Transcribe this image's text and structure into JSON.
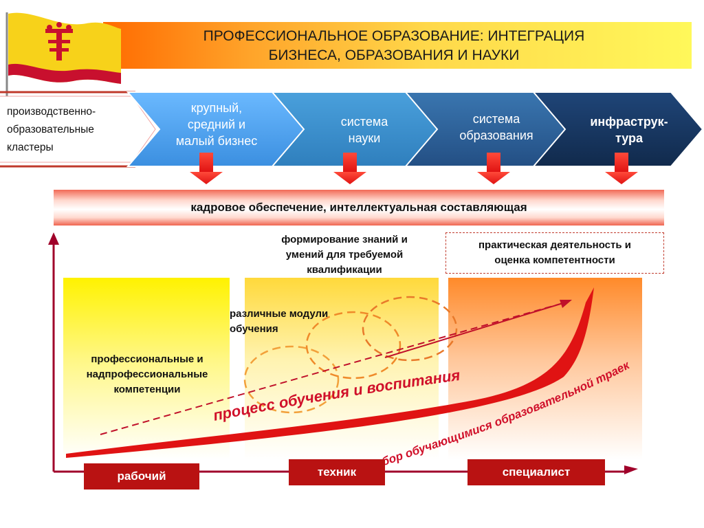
{
  "title": "ПРОФЕССИОНАЛЬНОЕ ОБРАЗОВАНИЕ: ИНТЕГРАЦИЯ\nБИЗНЕСА, ОБРАЗОВАНИЯ И НАУКИ",
  "cluster_label": "производственно-\nобразовательные\nкластеры",
  "chevrons": [
    {
      "label": "крупный,\nсредний и\nмалый бизнес"
    },
    {
      "label": "система\nнауки"
    },
    {
      "label": "система\nобразования"
    },
    {
      "label": "инфраструк-\nтура"
    }
  ],
  "staffing": "кадровое обеспечение, интеллектуальная составляющая",
  "knowledge": "формирование знаний и\nумений для требуемой\nквалификации",
  "practice": "практическая деятельность и\nоценка компетентности",
  "modules": "различные модули\nобучения",
  "competencies": "профессиональные и\nнадпрофессиональные\nкомпетенции",
  "curve_label_1": "процесс обучения и воспитания",
  "curve_label_2": "выбор обучающимися образовательной траектории",
  "levels": {
    "worker": "рабочий",
    "technician": "техник",
    "specialist": "специалист"
  },
  "colors": {
    "chevron_1": "#4fa6f2",
    "chevron_2": "#3b8fcc",
    "chevron_3": "#2a5f9a",
    "chevron_4": "#17355f",
    "accent_red": "#e01313",
    "level_box": "#b91212",
    "axis": "#a0002a"
  },
  "icons": {
    "flag": "chuvash-flag-icon",
    "arrows": "red-down-arrow-icon"
  }
}
